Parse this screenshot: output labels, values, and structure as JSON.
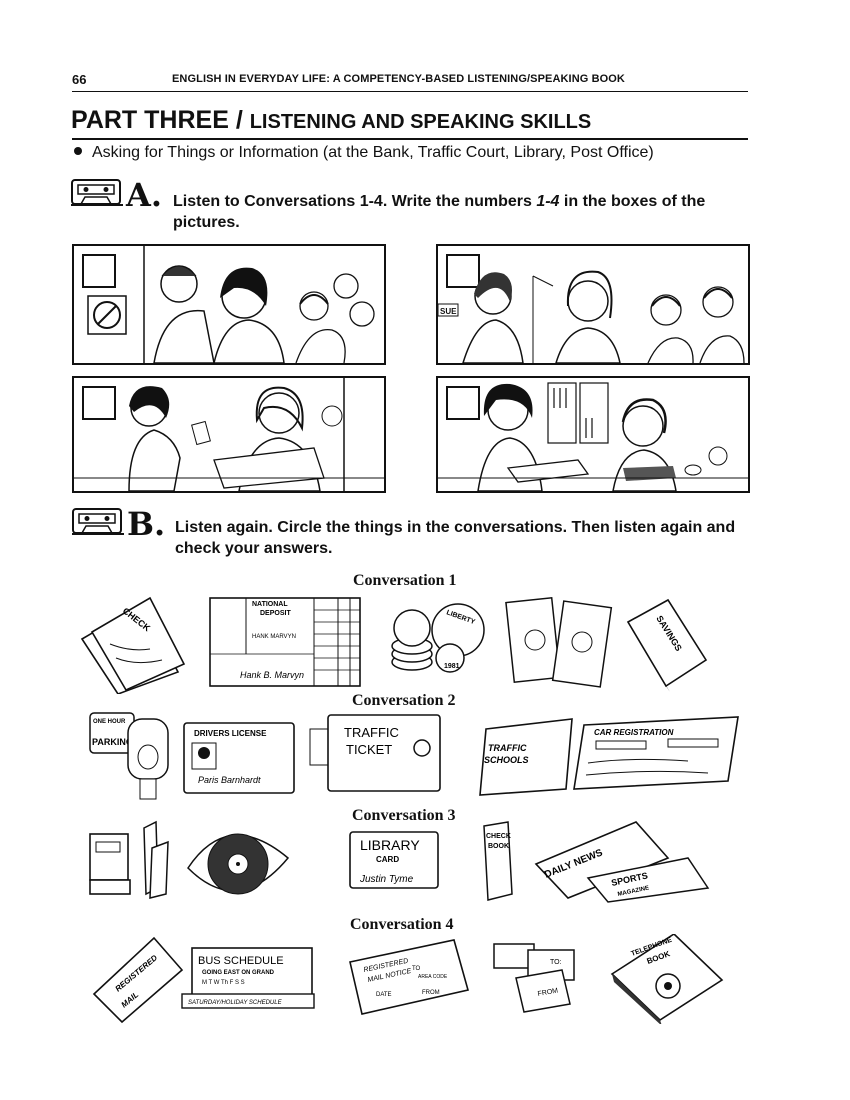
{
  "header": {
    "page_number": "66",
    "book_title": "ENGLISH IN EVERYDAY LIFE:  A COMPETENCY-BASED LISTENING/SPEAKING BOOK"
  },
  "part": {
    "title": "PART THREE",
    "separator": " / ",
    "subtitle": "LISTENING AND SPEAKING SKILLS",
    "bullet": "Asking for Things or Information (at the Bank, Traffic Court, Library, Post Office)"
  },
  "section_a": {
    "letter": "A.",
    "instruction_1": "Listen to Conversations 1-4. Write the numbers ",
    "instruction_em": "1-4",
    "instruction_2": " in the boxes of the pictures.",
    "name_tag": "SUE"
  },
  "section_b": {
    "letter": "B.",
    "instruction": "Listen again. Circle the things in the conversations. Then listen again and check your answers."
  },
  "conversations": [
    {
      "label": "Conversation 1",
      "items": {
        "check": "CHECK",
        "deposit_title": "NATIONAL",
        "deposit_sub": "DEPOSIT",
        "deposit_name": "HANK MARVYN",
        "deposit_signature": "Hank B. Marvyn",
        "coin_word": "LIBERTY",
        "coin_year": "1981",
        "savings": "SAVINGS"
      }
    },
    {
      "label": "Conversation 2",
      "items": {
        "meter_1": "ONE HOUR",
        "meter_2": "PARKING",
        "license": "DRIVERS LICENSE",
        "license_sig": "Paris Barnhardt",
        "ticket_1": "TRAFFIC",
        "ticket_2": "TICKET",
        "schools_1": "TRAFFIC",
        "schools_2": "SCHOOLS",
        "registration": "CAR REGISTRATION"
      }
    },
    {
      "label": "Conversation 3",
      "items": {
        "library_1": "LIBRARY",
        "library_2": "CARD",
        "library_sig": "Justin Tyme",
        "checkbook_1": "CHECK",
        "checkbook_2": "BOOK",
        "news": "DAILY NEWS",
        "sports_1": "SPORTS",
        "sports_2": "MAGAZINE"
      }
    },
    {
      "label": "Conversation 4",
      "items": {
        "reg_mail_1": "REGISTERED",
        "reg_mail_2": "MAIL",
        "bus_1": "BUS SCHEDULE",
        "bus_2": "GOING EAST ON GRAND",
        "bus_days": "M  T  W  Th  F  S  S",
        "bus_3": "SATURDAY/HOLIDAY SCHEDULE",
        "notice_1": "REGISTERED",
        "notice_2": "MAIL NOTICE",
        "notice_3": "DATE",
        "notice_4": "TO",
        "notice_5": "AREA CODE",
        "notice_6": "FROM",
        "pkg_to": "TO:",
        "pkg_from": "FROM",
        "phonebook_1": "TELEPHONE",
        "phonebook_2": "BOOK"
      }
    }
  ]
}
